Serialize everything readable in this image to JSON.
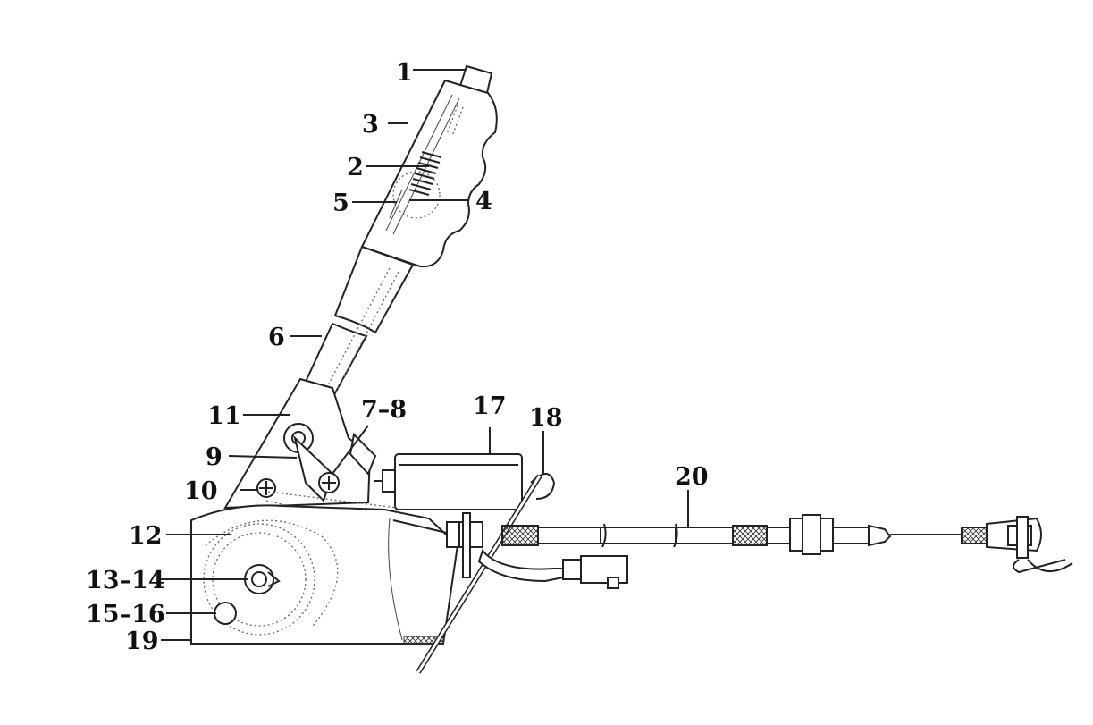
{
  "callouts": [
    {
      "id": "1",
      "text": "1"
    },
    {
      "id": "2",
      "text": "2"
    },
    {
      "id": "3",
      "text": "3"
    },
    {
      "id": "4",
      "text": "4"
    },
    {
      "id": "5",
      "text": "5"
    },
    {
      "id": "6",
      "text": "6"
    },
    {
      "id": "7-8",
      "text": "7–8"
    },
    {
      "id": "9",
      "text": "9"
    },
    {
      "id": "10",
      "text": "10"
    },
    {
      "id": "11",
      "text": "11"
    },
    {
      "id": "12",
      "text": "12"
    },
    {
      "id": "13-14",
      "text": "13–14"
    },
    {
      "id": "15-16",
      "text": "15–16"
    },
    {
      "id": "17",
      "text": "17"
    },
    {
      "id": "18",
      "text": "18"
    },
    {
      "id": "19",
      "text": "19"
    },
    {
      "id": "20",
      "text": "20"
    }
  ],
  "colors": {
    "ink": "#222222",
    "background": "#ffffff"
  }
}
